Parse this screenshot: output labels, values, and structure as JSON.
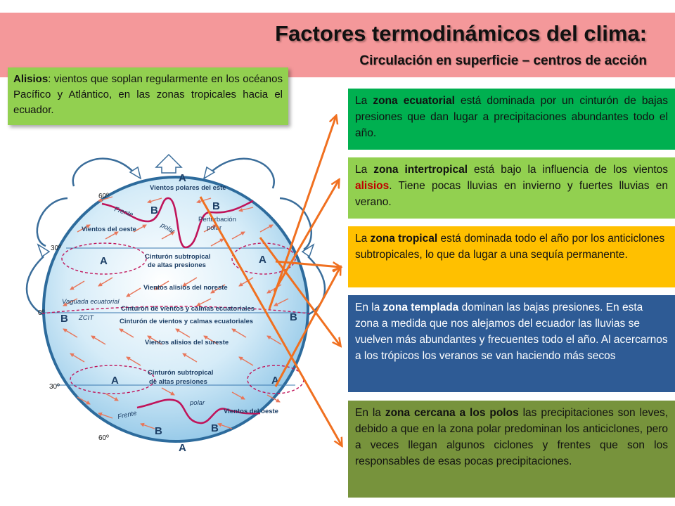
{
  "header": {
    "title": "Factores termodinámicos del clima:",
    "subtitle": "Circulación en superficie – centros de acción"
  },
  "alisios_box": {
    "term": "Alisios",
    "definition": ": vientos que soplan regularmente en los océanos Pacífico y Atlántico, en las zonas tropicales hacia el ecuador."
  },
  "zones": {
    "ecuatorial": {
      "pre": "La ",
      "name": "zona ecuatorial",
      "text": " está dominada por un cinturón de bajas presiones que dan lugar a precipitaciones abundantes todo el año."
    },
    "intertropical": {
      "pre": "La ",
      "name": "zona intertropical",
      "mid": " está bajo la influencia de los vientos ",
      "highlight": "alisios",
      "text": ". Tiene pocas lluvias en invierno y fuertes lluvias en verano."
    },
    "tropical": {
      "pre": "La ",
      "name": "zona tropical",
      "text": " está dominada todo el año por los anticiclones subtropicales, lo que da lugar a una sequía permanente."
    },
    "templada": {
      "pre": "En la ",
      "name": "zona templada",
      "text": " dominan las bajas presiones. En esta zona a medida que nos alejamos del ecuador las lluvias se vuelven más abundantes y frecuentes todo el año. Al acercarnos a los trópicos los veranos se van haciendo más secos"
    },
    "polos": {
      "pre": "En la ",
      "name": "zona cercana a los polos",
      "text": " las precipitaciones son leves, debido a que en la zona polar predominan los anticiclones, pero a veces llegan algunos ciclones y frentes que son los responsables de esas pocas precipitaciones."
    }
  },
  "diagram": {
    "lat_60n": "60º",
    "lat_30n": "30º",
    "lat_0": "0º",
    "lat_30s": "30º",
    "lat_60s": "60º",
    "vientos_polares": "Vientos polares del este",
    "frente_n": "Frente",
    "polar_n": "polar",
    "perturbacion_1": "Perturbación",
    "perturbacion_2": "polar",
    "vientos_oeste_n": "Vientos del oeste",
    "cinturon_sub_n_1": "Cinturón subtropical",
    "cinturon_sub_n_2": "de altas presiones",
    "alisios_noreste": "Vientos alisios del noreste",
    "vaguada": "Vaguada ecuatorial",
    "zcit": "ZCIT",
    "cinturon_calmas_n": "Cinturón de vientos y calmas ecuatoriales",
    "cinturon_calmas_s": "Cinturón de vientos y calmas ecuatoriales",
    "alisios_sureste": "Vientos alisios del sureste",
    "cinturon_sub_s_1": "Cinturón subtropical",
    "cinturon_sub_s_2": "de altas presiones",
    "polar_s": "polar",
    "vientos_oeste_s": "Vientos del oeste",
    "frente_s": "Frente",
    "high": "A",
    "low": "B"
  },
  "colors": {
    "header_bg": "#f4989a",
    "ecuatorial_bg": "#00b050",
    "intertropical_bg": "#92d050",
    "tropical_bg": "#ffc000",
    "templada_bg": "#2e5b95",
    "polos_bg": "#77933c",
    "arrow": "#f07020",
    "front": "#c0145a"
  }
}
